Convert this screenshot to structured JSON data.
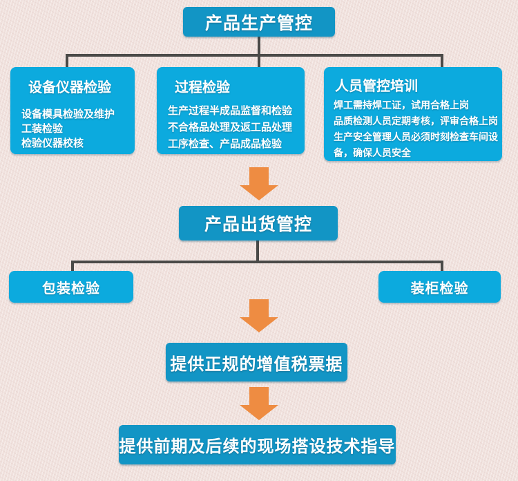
{
  "colors": {
    "background": "#f0e1dd",
    "title_box": "#1295c5",
    "sub_box": "#0caade",
    "arrow": "#ee8c42",
    "connector_line": "#4a4a48",
    "text": "#ffffff"
  },
  "flowchart": {
    "root": {
      "label": "产品生产管控"
    },
    "branches": [
      {
        "title": "设备仪器检验",
        "lines": [
          "设备模具检验及维护",
          "工装检验",
          "检验仪器校核"
        ]
      },
      {
        "title": "过程检验",
        "lines": [
          "生产过程半成品监督和检验",
          "不合格品处理及返工品处理",
          "工序检查、产品成品检验"
        ]
      },
      {
        "title": "人员管控培训",
        "lines": [
          "焊工需持焊工证，试用合格上岗",
          "品质检测人员定期考核，评审合格上岗",
          "生产安全管理人员必须时刻检查车间设备，确保人员安全"
        ]
      }
    ],
    "shipping": {
      "label": "产品出货管控"
    },
    "shipping_branches": [
      {
        "label": "包装检验"
      },
      {
        "label": "装柜检验"
      }
    ],
    "invoice": {
      "label": "提供正规的增值税票据"
    },
    "guidance": {
      "label": "提供前期及后续的现场搭设技术指导"
    }
  }
}
